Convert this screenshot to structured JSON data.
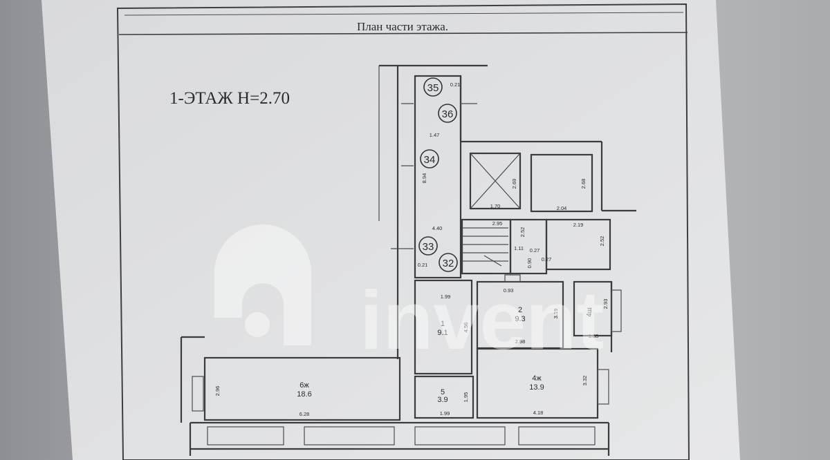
{
  "sheet": {
    "title": "План части этажа.",
    "floor_label": "1-ЭТАЖ  Н=2.70"
  },
  "rooms": [
    {
      "id": "room-1",
      "number": "1",
      "area": "9.1"
    },
    {
      "id": "room-2",
      "number": "2",
      "area": "9.3"
    },
    {
      "id": "room-3",
      "number": "4ж",
      "area": "13.9"
    },
    {
      "id": "room-4",
      "number": "5",
      "area": "3.9"
    },
    {
      "id": "room-5",
      "number": "6ж",
      "area": "18.6"
    },
    {
      "id": "room-6",
      "number": "4ш",
      "area": ""
    }
  ],
  "callouts": [
    "35",
    "36",
    "34",
    "33",
    "32"
  ],
  "dimensions": {
    "d_147": "1.47",
    "d_894": "8.94",
    "d_440": "4.40",
    "d_021a": "0.21",
    "d_021b": "0.21",
    "d_170": "1.70",
    "d_269": "2.69",
    "d_204": "2.04",
    "d_268": "2.68",
    "d_295": "2.95",
    "d_252": "2.52",
    "d_219": "2.19",
    "d_252b": "2.52",
    "d_111": "1.11",
    "d_027a": "0.27",
    "d_027b": "0.27",
    "d_090": "0.90",
    "d_199a": "1.99",
    "d_093": "0.93",
    "d_319": "3.19",
    "d_298": "2.98",
    "d_456": "4.56",
    "d_293": "2.93",
    "d_135": "1.35",
    "d_296": "2.96",
    "d_628": "6.28",
    "d_199b": "1.99",
    "d_195": "1.95",
    "d_418": "4.18",
    "d_332": "3.32"
  },
  "watermark": {
    "text": "invent"
  }
}
